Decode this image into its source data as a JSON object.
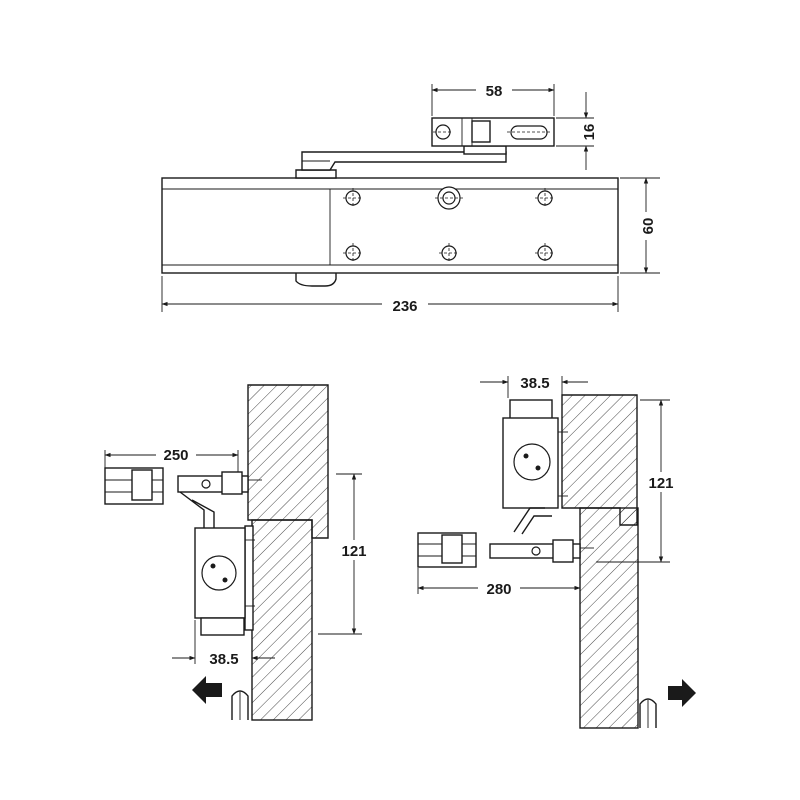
{
  "top_view": {
    "dim_arm_width": "58",
    "dim_arm_height": "16",
    "dim_body_height": "60",
    "dim_body_length": "236"
  },
  "left_install": {
    "dim_projection": "250",
    "dim_height": "121",
    "dim_offset": "38.5"
  },
  "right_install": {
    "dim_offset": "38.5",
    "dim_height": "121",
    "dim_projection": "280"
  }
}
